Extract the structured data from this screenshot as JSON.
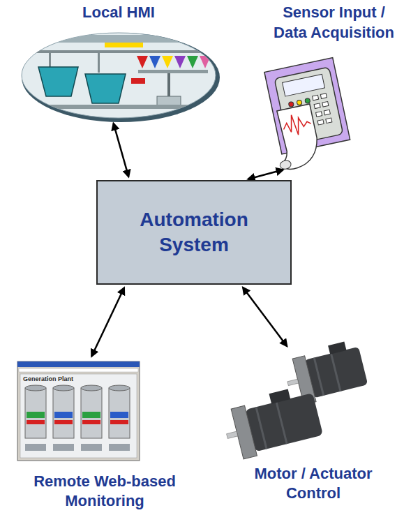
{
  "diagram": {
    "nodes": [
      {
        "text": [
          "Local HMI"
        ]
      },
      {
        "text": [
          "Sensor Input / Data Acquisition"
        ]
      },
      {
        "text": [
          "Automation System"
        ]
      },
      {
        "text": [
          "Remote Web-based Monitoring"
        ]
      },
      {
        "text": [
          "Motor / Actuator Control"
        ]
      }
    ],
    "edges": [
      {
        "from": 2,
        "to": 0,
        "arrow": "both"
      },
      {
        "from": 2,
        "to": 1,
        "arrow": "both"
      },
      {
        "from": 2,
        "to": 3,
        "arrow": "both"
      },
      {
        "from": 2,
        "to": 4,
        "arrow": "both"
      }
    ],
    "labels": [
      "Generation Plant"
    ]
  }
}
